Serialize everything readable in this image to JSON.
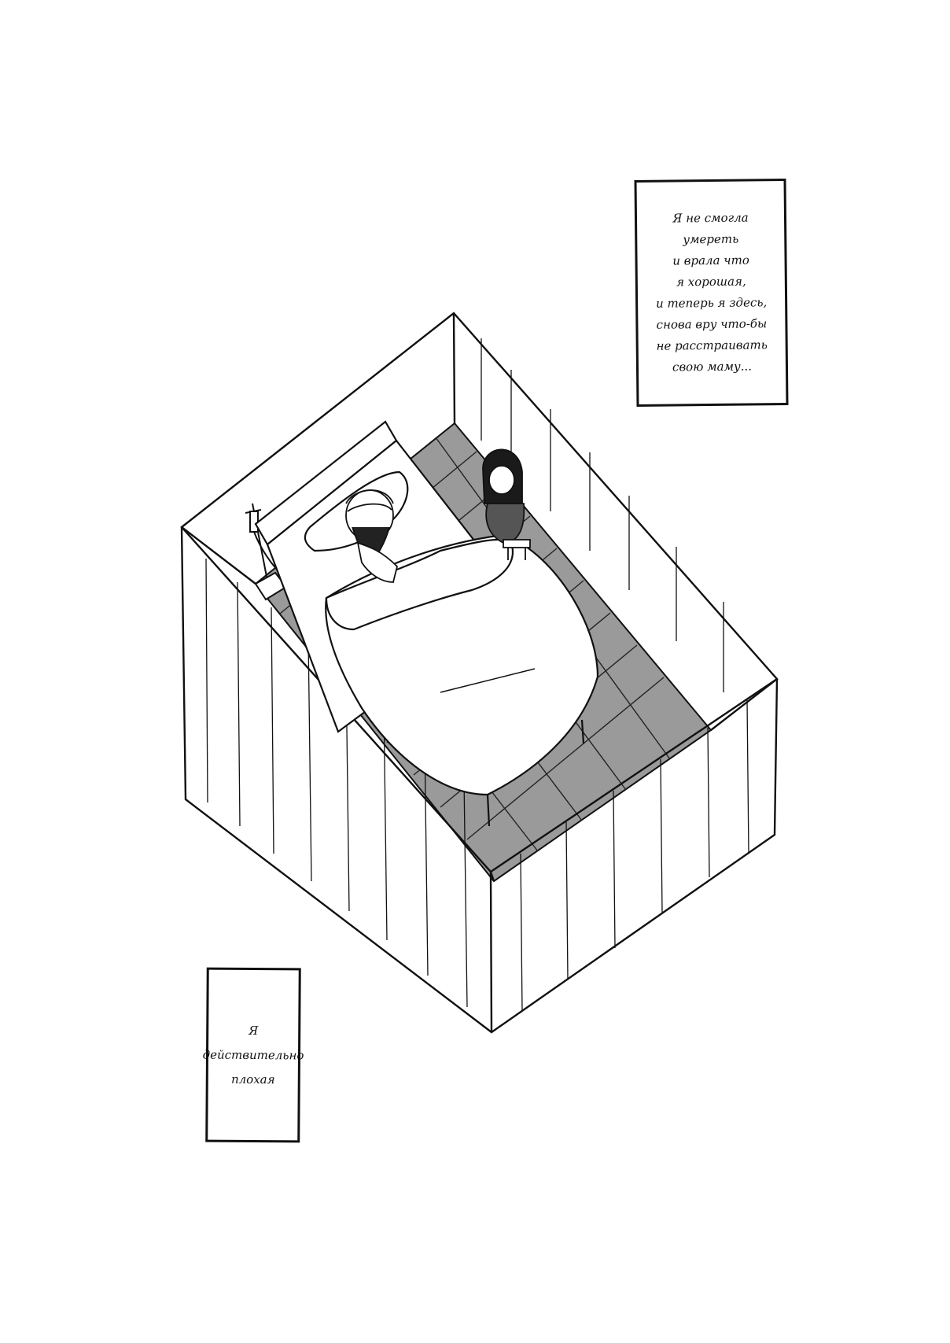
{
  "captions": {
    "top": {
      "lines": [
        "Я не смогла",
        "умереть",
        "и врала что",
        "я хорошая,",
        "и теперь я здесь,",
        "снова вру что-бы",
        "не расстраивать",
        "свою маму..."
      ]
    },
    "bottom": {
      "lines": [
        "Я",
        "действительно",
        "плохая"
      ]
    }
  },
  "colors": {
    "ink": "#111111",
    "floor_tile": "#9a9a9a",
    "paper": "#ffffff"
  }
}
